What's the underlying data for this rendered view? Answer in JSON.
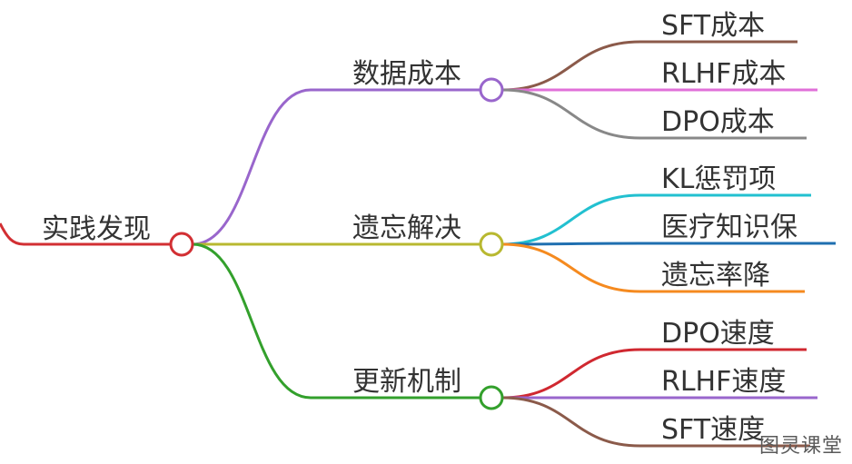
{
  "mindmap": {
    "root": {
      "label": "实践发现",
      "color": "#d22f33"
    },
    "branches": [
      {
        "label": "数据成本",
        "color": "#9966cc",
        "leaves": [
          {
            "label": "SFT成本",
            "color": "#8b5a4a"
          },
          {
            "label": "RLHF成本",
            "color": "#e070d8"
          },
          {
            "label": "DPO成本",
            "color": "#888888"
          }
        ]
      },
      {
        "label": "遗忘解决",
        "color": "#b8b830",
        "leaves": [
          {
            "label": "KL惩罚项",
            "color": "#22c0d0"
          },
          {
            "label": "医疗知识保",
            "color": "#1f6fb0"
          },
          {
            "label": "遗忘率降",
            "color": "#f58a1f"
          }
        ]
      },
      {
        "label": "更新机制",
        "color": "#33a02c",
        "leaves": [
          {
            "label": "DPO速度",
            "color": "#d02830"
          },
          {
            "label": "RLHF速度",
            "color": "#9966cc"
          },
          {
            "label": "SFT速度",
            "color": "#8b5a4a"
          }
        ]
      }
    ]
  },
  "watermark": "图灵课堂"
}
